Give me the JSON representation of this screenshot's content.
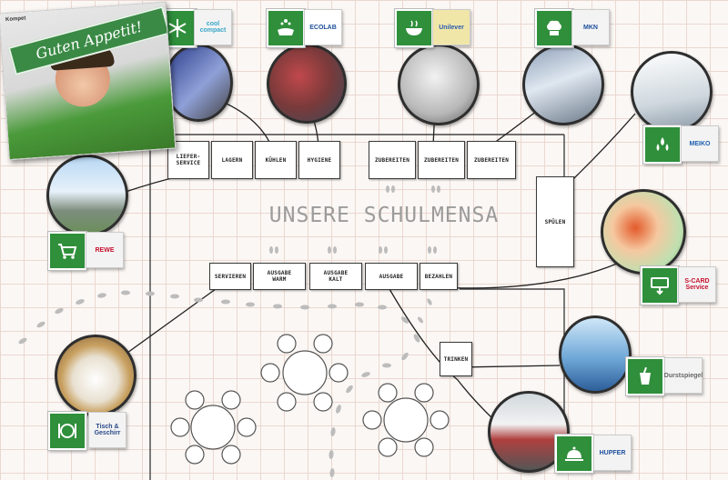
{
  "title": "UNSERE SCHULMENSA",
  "card": {
    "corner_label": "Kompet",
    "banner": "Guten Appetit!"
  },
  "stations": {
    "lieferservice": "LIEFER-\nSERVICE",
    "lagern": "LAGERN",
    "kuehlen": "KÜHLEN",
    "hygiene": "HYGIENE",
    "zubereiten_1": "ZUBEREITEN",
    "zubereiten_2": "ZUBEREITEN",
    "zubereiten_3": "ZUBEREITEN",
    "spuelen": "SPÜLEN",
    "servieren": "SERVIEREN",
    "ausgabe_warm": "AUSGABE\nWARM",
    "ausgabe_kalt": "AUSGABE\nKALT",
    "ausgabe": "AUSGABE",
    "bezahlen": "BEZAHLEN",
    "trinken": "TRINKEN"
  },
  "partners": {
    "coolcompact": "cool compact",
    "ecolab": "ECOLAB",
    "unilever": "Unilever",
    "mkn": "MKN",
    "meiko": "MEIKO",
    "rewe": "REWE",
    "scard": "S-CARD Service",
    "durstspiegel": "Durstspiegel",
    "tischlogo": "Tisch & Geschirr",
    "hupfer": "HUPFER"
  },
  "icons": [
    "snowflake-icon",
    "hands-wash-icon",
    "bowl-icon",
    "chef-hat-icon",
    "drops-icon",
    "cart-icon",
    "card-icon",
    "cup-icon",
    "plate-cutlery-icon",
    "cloche-icon"
  ],
  "colors": {
    "accent_green": "#2f8f3b",
    "grid_line": "#ead8d0"
  }
}
